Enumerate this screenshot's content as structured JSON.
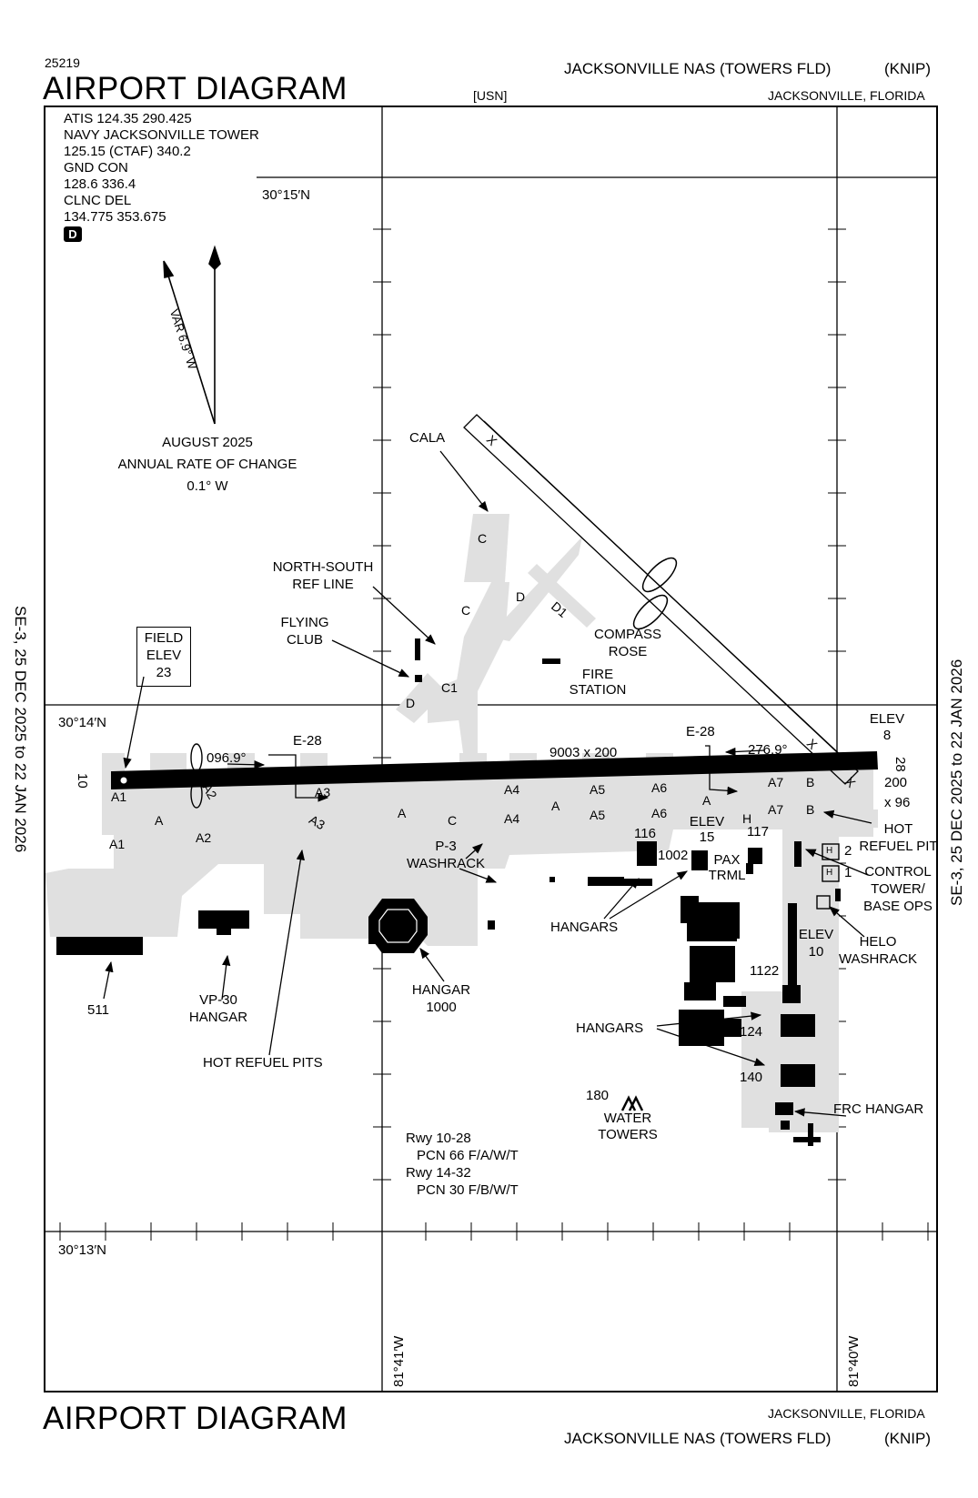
{
  "header": {
    "chart_number": "25219",
    "title_top": "AIRPORT DIAGRAM",
    "airport_name": "JACKSONVILLE NAS (TOWERS FLD)",
    "airport_id": "(KNIP)",
    "operator": "[USN]",
    "location": "JACKSONVILLE, FLORIDA"
  },
  "footer": {
    "title_bottom": "AIRPORT DIAGRAM",
    "location": "JACKSONVILLE, FLORIDA",
    "airport_name": "JACKSONVILLE NAS (TOWERS FLD)",
    "airport_id": "(KNIP)"
  },
  "side_validity": {
    "left": "SE-3,  25 DEC 2025  to  22 JAN 2026",
    "right": "SE-3,  25 DEC 2025  to  22 JAN 2026"
  },
  "communications": {
    "lines": [
      "ATIS  124.35  290.425",
      "NAVY JACKSONVILLE TOWER",
      "125.15  (CTAF) 340.2",
      "GND CON",
      "128.6  336.4",
      "CLNC DEL",
      "134.775  353.675"
    ],
    "dataservice_badge": "D"
  },
  "magnetic_variation": {
    "label": "VAR 6.9° W",
    "date": "AUGUST 2025",
    "rate_title": "ANNUAL RATE OF CHANGE",
    "rate_value": "0.1° W"
  },
  "coordinates": {
    "lat_1": "30°15′N",
    "lat_2": "30°14′N",
    "lat_3": "30°13′N",
    "lon_1": "81°41′W",
    "lon_2": "81°40′W"
  },
  "field_elevation": {
    "line1": "FIELD",
    "line2": "ELEV",
    "value": "23"
  },
  "runways": {
    "main": {
      "designators": [
        "10",
        "28"
      ],
      "dimensions": "9003 x 200",
      "heading_west": "096.9°",
      "heading_east": "276.9°",
      "overrun_east": "200",
      "overrun_east_width": "x 96",
      "elev_east_label": "ELEV",
      "elev_east_value": "8",
      "e28_west": "E-28",
      "e28_east": "E-28"
    },
    "closed_runway_marks": [
      "X",
      "X",
      "X",
      "X"
    ]
  },
  "taxiways": [
    "A1",
    "A1",
    "A",
    "A2",
    "A2",
    "A3",
    "A3",
    "A",
    "C",
    "A4",
    "A4",
    "A",
    "A5",
    "A5",
    "A6",
    "A6",
    "A",
    "H",
    "A7",
    "A7",
    "B",
    "B",
    "C",
    "C",
    "C1",
    "D",
    "D",
    "D1"
  ],
  "facility_labels": {
    "cala": "CALA",
    "north_south_ref_line": [
      "NORTH-SOUTH",
      "REF LINE"
    ],
    "flying_club": [
      "FLYING",
      "CLUB"
    ],
    "compass_rose": [
      "COMPASS",
      "ROSE"
    ],
    "fire_station": [
      "FIRE",
      "STATION"
    ],
    "p3_washrack": [
      "P-3",
      "WASHRACK"
    ],
    "hangars_1": "HANGARS",
    "hangars_2": "HANGARS",
    "hangar_1000": [
      "HANGAR",
      "1000"
    ],
    "vp30_hangar": [
      "VP-30",
      "HANGAR"
    ],
    "bldg_511": "511",
    "hot_refuel_pits": "HOT REFUEL PITS",
    "hot_refuel_pit": [
      "HOT",
      "REFUEL PIT"
    ],
    "control_tower": [
      "CONTROL",
      "TOWER/",
      "BASE OPS"
    ],
    "helo_washrack": [
      "HELO",
      "WASHRACK"
    ],
    "elev_15": [
      "ELEV",
      "15"
    ],
    "elev_10": [
      "ELEV",
      "10"
    ],
    "pax_trml": [
      "PAX",
      "TRML"
    ],
    "bldg_116": "116",
    "bldg_117": "117",
    "bldg_1002": "1002",
    "bldg_1122": "1122",
    "bldg_124": "124",
    "bldg_140": "140",
    "frc_hangar": "FRC HANGAR",
    "water_towers_height": "180",
    "water_towers": [
      "WATER",
      "TOWERS"
    ],
    "helipad_1": "H",
    "helipad_2": "H",
    "helipad_num_1": "1",
    "helipad_num_2": "2"
  },
  "pavement_classification": [
    "Rwy 10-28",
    "PCN 66 F/A/W/T",
    "Rwy 14-32",
    "PCN 30 F/B/W/T"
  ],
  "colors": {
    "pavement": "#e0e0e0",
    "structure": "#000000",
    "background": "#ffffff"
  }
}
